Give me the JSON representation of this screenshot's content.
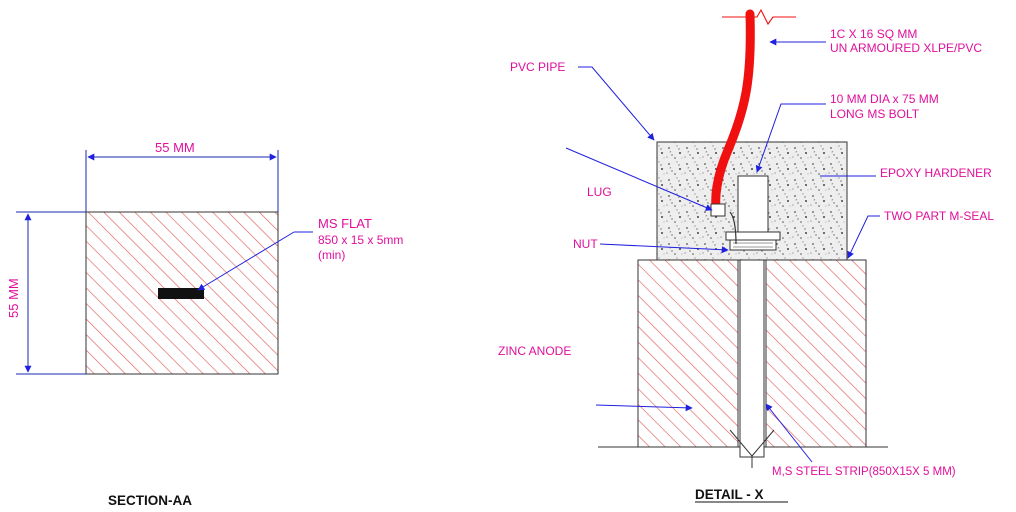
{
  "section_aa": {
    "width_dim": "55 MM",
    "height_dim": "55 MM",
    "ms_flat_line1": "MS FLAT",
    "ms_flat_line2": "850 x 15 x 5mm",
    "ms_flat_line3": "(min)",
    "title": "SECTION-AA"
  },
  "detail_x": {
    "cable_line1": "1C X 16 SQ MM",
    "cable_line2": "UN ARMOURED XLPE/PVC",
    "pvc_pipe": "PVC PIPE",
    "bolt_line1": "10 MM DIA x 75 MM",
    "bolt_line2": "LONG MS BOLT",
    "epoxy": "EPOXY HARDENER",
    "lug": "LUG",
    "m_seal": "TWO PART M-SEAL",
    "nut": "NUT",
    "zinc_anode": "ZINC ANODE",
    "steel_strip": "M,S STEEL STRIP(850X15X 5 MM)",
    "title": "DETAIL - X"
  },
  "colors": {
    "label": "#e0109c",
    "hatch": "#e06060",
    "leader": "#2020e0",
    "cable": "#f01010"
  }
}
